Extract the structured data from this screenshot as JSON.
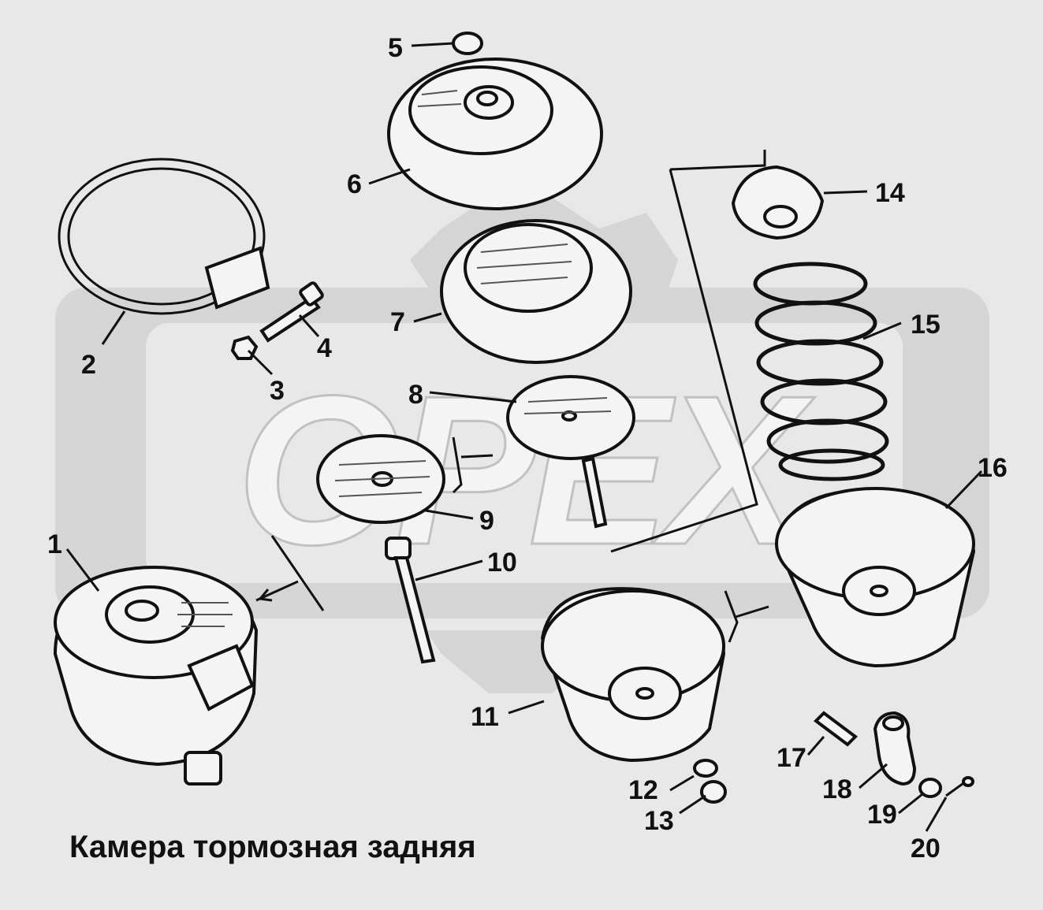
{
  "title": "Камера тормозная задняя",
  "watermark": "OPEX",
  "callouts": [
    "1",
    "2",
    "3",
    "4",
    "5",
    "6",
    "7",
    "8",
    "9",
    "10",
    "11",
    "12",
    "13",
    "14",
    "15",
    "16",
    "17",
    "18",
    "19",
    "20"
  ],
  "colors": {
    "background": "#e8e8e8",
    "line": "#111111",
    "watermark": "#d2d2d2"
  }
}
